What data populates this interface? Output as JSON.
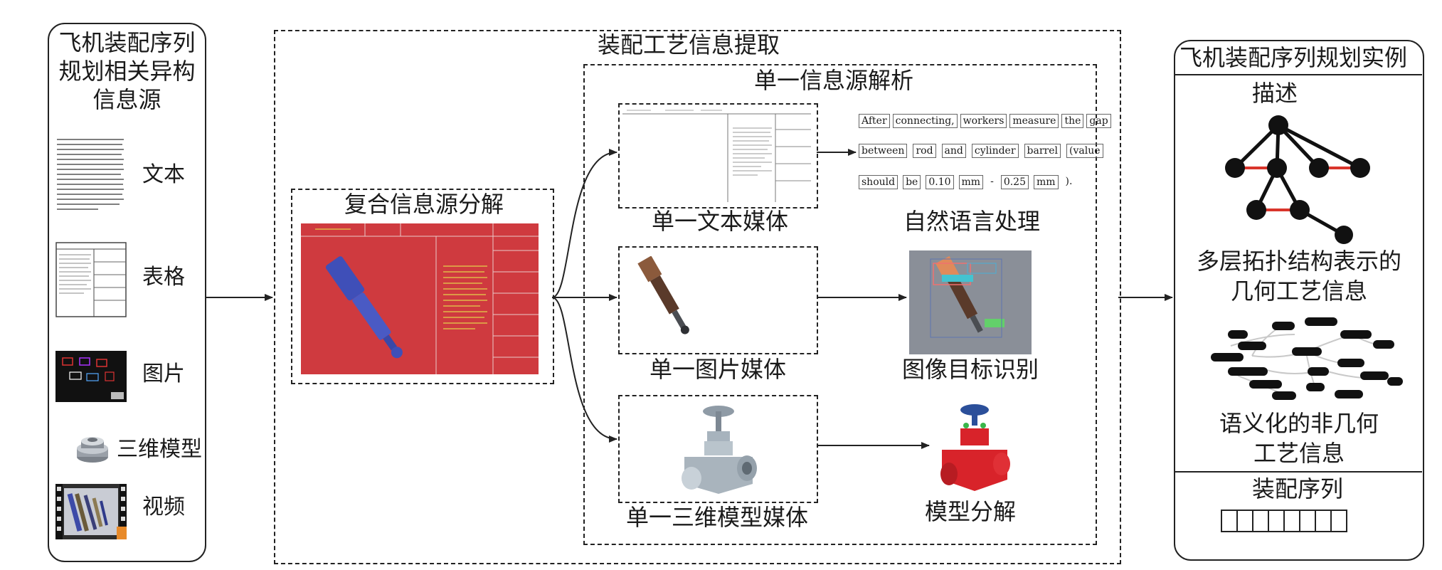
{
  "left_panel": {
    "title_lines": [
      "飞机装配序列",
      "规划相关异构",
      "信息源"
    ],
    "sources": [
      {
        "label": "文本",
        "icon": "text-document-icon"
      },
      {
        "label": "表格",
        "icon": "table-document-icon"
      },
      {
        "label": "图片",
        "icon": "picture-icon"
      },
      {
        "label": "三维模型",
        "icon": "3d-model-icon"
      },
      {
        "label": "视频",
        "icon": "video-icon"
      }
    ]
  },
  "extraction": {
    "title": "装配工艺信息提取",
    "decomposition": {
      "title": "复合信息源分解"
    },
    "single_parsing": {
      "title": "单一信息源解析",
      "media": [
        {
          "label": "单一文本媒体",
          "process": "自然语言处理"
        },
        {
          "label": "单一图片媒体",
          "process": "图像目标识别"
        },
        {
          "label": "单一三维模型媒体",
          "process": "模型分解"
        }
      ],
      "nlp_sentence": {
        "row1": [
          "After",
          "connecting,",
          "workers",
          "measure",
          "the",
          "gap"
        ],
        "row2": [
          "between",
          "rod",
          "and",
          "cylinder",
          "barrel",
          "(value"
        ],
        "row3": [
          "should",
          "be",
          "0.10",
          "mm",
          "-",
          "0.25",
          "mm",
          ")."
        ]
      }
    }
  },
  "right_panel": {
    "title": "飞机装配序列规划实例",
    "describe": "描述",
    "geometric_lines": [
      "多层拓扑结构表示的",
      "几何工艺信息"
    ],
    "semantic_lines": [
      "语义化的非几何",
      "工艺信息"
    ],
    "sequence_title": "装配序列",
    "sequence_slots": 8
  },
  "colors": {
    "tree_node": "#111111",
    "tree_highlight_edge": "#d9352b",
    "composite_bg": "#cf3a3f",
    "composite_text": "#e3d24a",
    "cylinder_blue": "#3f4fb8",
    "valve_red": "#d8232a"
  }
}
